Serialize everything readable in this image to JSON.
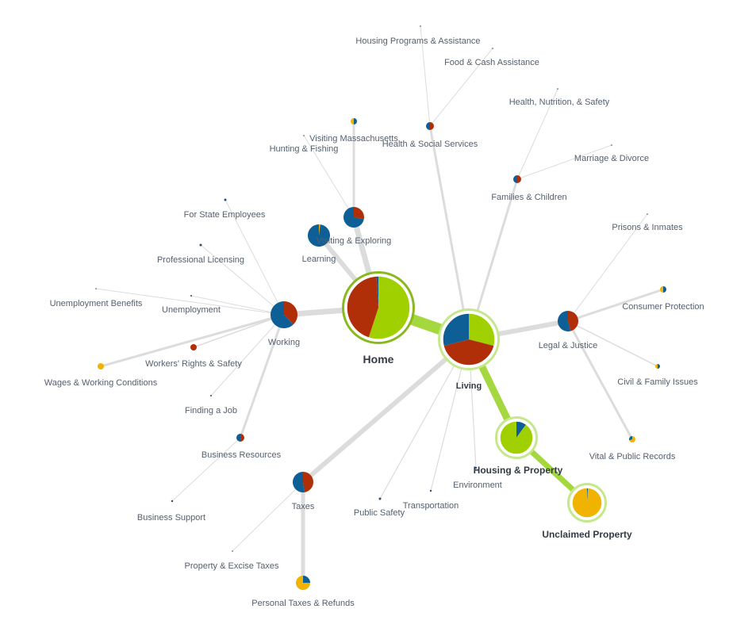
{
  "colors": {
    "green": "#a0d000",
    "red": "#b12f08",
    "blue": "#0d5f95",
    "yellow": "#f0b400",
    "edge": "#dcdcdc",
    "edge_active": "#a5d83e",
    "ring": "#8ab820",
    "ring_active": "#c6e88c"
  },
  "topics": {
    "home": "Home",
    "living": "Living",
    "working": "Working",
    "visiting_exploring": "Visiting & Exploring",
    "learning": "Learning",
    "taxes": "Taxes",
    "legal_justice": "Legal & Justice",
    "housing_property": "Housing & Property",
    "unclaimed_property": "Unclaimed Property",
    "health_social": "Health & Social Services",
    "housing_programs": "Housing Programs & Assistance",
    "food_cash": "Food & Cash Assistance",
    "health_nutrition": "Health, Nutrition, & Safety",
    "marriage_divorce": "Marriage & Divorce",
    "families_children": "Families & Children",
    "prisons": "Prisons & Inmates",
    "consumer_protection": "Consumer Protection",
    "civil_family": "Civil & Family Issues",
    "vital_records": "Vital & Public Records",
    "environment": "Environment",
    "transportation": "Transportation",
    "public_safety": "Public Safety",
    "property_excise": "Property & Excise Taxes",
    "personal_taxes": "Personal Taxes & Refunds",
    "business_resources": "Business Resources",
    "business_support": "Business Support",
    "finding_job": "Finding a Job",
    "wages": "Wages & Working Conditions",
    "workers_rights": "Workers' Rights & Safety",
    "unemployment": "Unemployment",
    "unemployment_benefits": "Unemployment Benefits",
    "professional_licensing": "Professional Licensing",
    "state_employees": "For State Employees",
    "hunting_fishing": "Hunting & Fishing",
    "visiting_ma": "Visiting Massachusetts"
  },
  "node_shares": {
    "home": [
      {
        "c": "green",
        "v": 0.55
      },
      {
        "c": "red",
        "v": 0.44
      },
      {
        "c": "blue",
        "v": 0.01
      }
    ],
    "living": [
      {
        "c": "green",
        "v": 0.29
      },
      {
        "c": "red",
        "v": 0.42
      },
      {
        "c": "blue",
        "v": 0.29
      }
    ],
    "working": [
      {
        "c": "red",
        "v": 0.38
      },
      {
        "c": "blue",
        "v": 0.62
      }
    ],
    "visiting_exploring": [
      {
        "c": "red",
        "v": 0.28
      },
      {
        "c": "blue",
        "v": 0.72
      }
    ],
    "learning": [
      {
        "c": "yellow",
        "v": 0.02
      },
      {
        "c": "blue",
        "v": 0.98
      }
    ],
    "taxes": [
      {
        "c": "red",
        "v": 0.48
      },
      {
        "c": "blue",
        "v": 0.52
      }
    ],
    "legal_justice": [
      {
        "c": "red",
        "v": 0.46
      },
      {
        "c": "blue",
        "v": 0.54
      }
    ],
    "housing_property": [
      {
        "c": "blue",
        "v": 0.1
      },
      {
        "c": "green",
        "v": 0.9
      }
    ],
    "unclaimed_property": [
      {
        "c": "blue",
        "v": 0.01
      },
      {
        "c": "yellow",
        "v": 0.99
      }
    ],
    "health_social": [
      {
        "c": "red",
        "v": 0.5
      },
      {
        "c": "blue",
        "v": 0.5
      }
    ],
    "families_children": [
      {
        "c": "red",
        "v": 0.5
      },
      {
        "c": "blue",
        "v": 0.5
      }
    ],
    "consumer_protection": [
      {
        "c": "blue",
        "v": 0.5
      },
      {
        "c": "yellow",
        "v": 0.5
      }
    ],
    "civil_family": [
      {
        "c": "blue",
        "v": 0.5
      },
      {
        "c": "yellow",
        "v": 0.5
      }
    ],
    "vital_records": [
      {
        "c": "yellow",
        "v": 0.7
      },
      {
        "c": "blue",
        "v": 0.3
      }
    ],
    "personal_taxes": [
      {
        "c": "blue",
        "v": 0.25
      },
      {
        "c": "yellow",
        "v": 0.75
      }
    ],
    "business_resources": [
      {
        "c": "red",
        "v": 0.5
      },
      {
        "c": "blue",
        "v": 0.5
      }
    ],
    "workers_rights": [
      {
        "c": "red",
        "v": 1
      }
    ],
    "wages": [
      {
        "c": "yellow",
        "v": 1
      }
    ],
    "visiting_ma": [
      {
        "c": "blue",
        "v": 0.5
      },
      {
        "c": "yellow",
        "v": 0.5
      }
    ]
  }
}
